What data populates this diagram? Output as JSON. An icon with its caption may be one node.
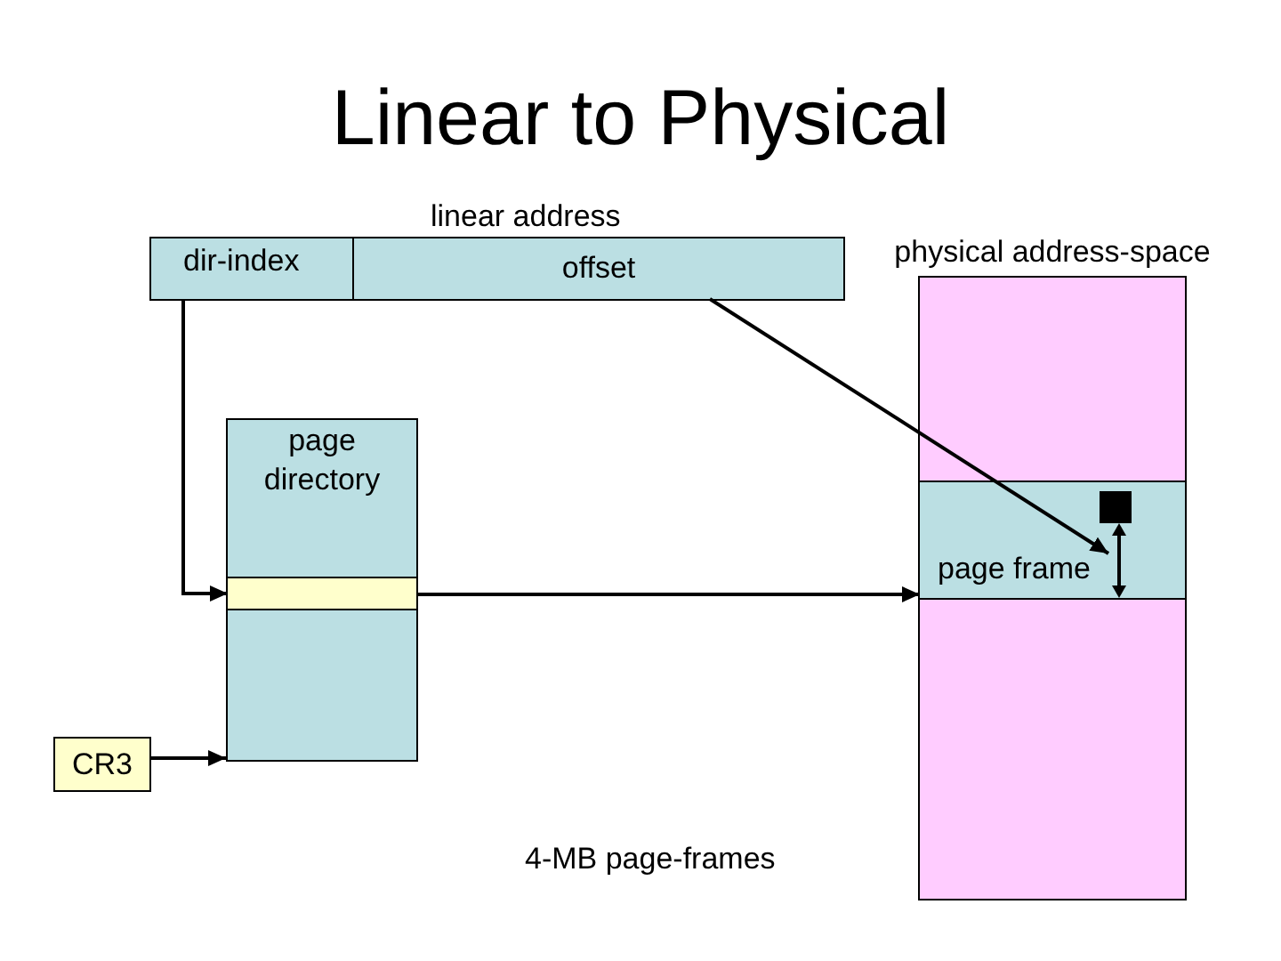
{
  "diagram": {
    "title": "Linear to Physical",
    "nodes": [
      {
        "text": [
          "linear address"
        ]
      },
      {
        "text": [
          "dir-index"
        ],
        "in": 0
      },
      {
        "text": [
          "offset"
        ],
        "in": 0
      },
      {
        "text": [
          "page directory"
        ]
      },
      {
        "text": [],
        "shape": "bar",
        "in": 3
      },
      {
        "text": [
          "physical address-space"
        ]
      },
      {
        "text": [
          "page frame"
        ],
        "in": 5
      },
      {
        "text": [
          "CR3"
        ]
      }
    ],
    "edges": [
      {
        "from": 1,
        "to": 4,
        "arrow": "to"
      },
      {
        "from": 2,
        "to": 6,
        "arrow": "to"
      },
      {
        "from": 4,
        "to": 6,
        "arrow": "to"
      },
      {
        "from": 7,
        "to": 3,
        "arrow": "to"
      }
    ],
    "labels": [
      "4-MB page-frames"
    ]
  }
}
